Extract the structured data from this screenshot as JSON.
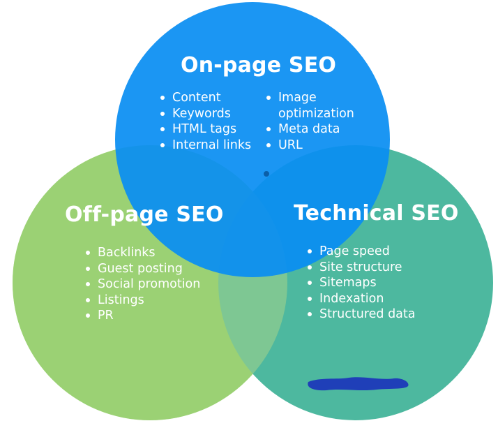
{
  "diagram": {
    "circles": [
      {
        "id": "on-page",
        "title": "On-page SEO",
        "color": "#0a8ef2",
        "items_left": [
          "Content",
          "Keywords",
          "HTML tags",
          "Internal links"
        ],
        "items_right": [
          "Image optimization",
          "Meta data",
          "URL"
        ]
      },
      {
        "id": "off-page",
        "title": "Off-page SEO",
        "color": "#8dcf5c",
        "items": [
          "Backlinks",
          "Guest posting",
          "Social promotion",
          "Listings",
          "PR"
        ]
      },
      {
        "id": "technical",
        "title": "Technical SEO",
        "color": "#4db89f",
        "items": [
          "Page speed",
          "Site structure",
          "Sitemaps",
          "Indexation",
          "Structured data"
        ]
      }
    ]
  }
}
